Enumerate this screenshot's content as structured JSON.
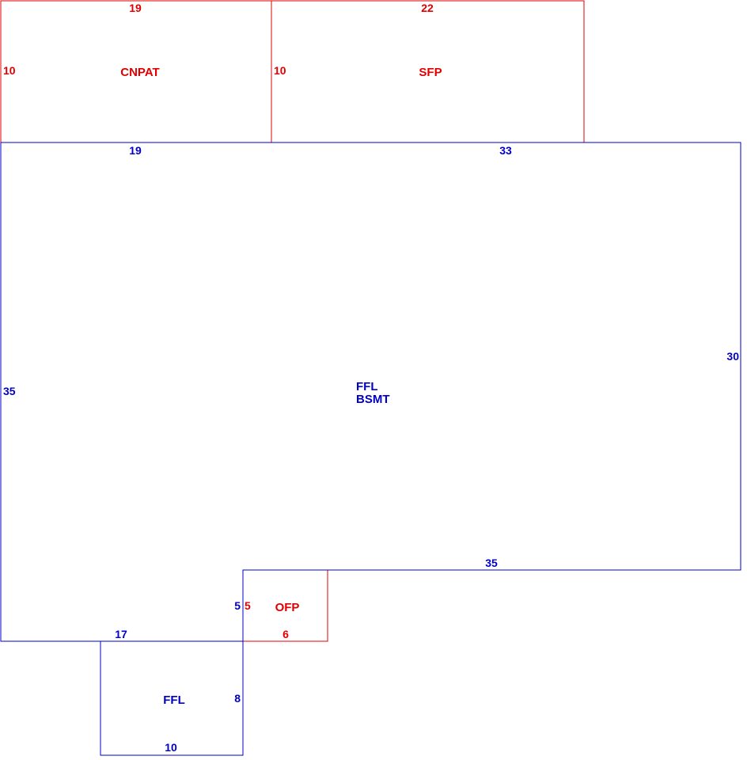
{
  "colors": {
    "addition": "#e00000",
    "living": "#0000c8",
    "background": "#ffffff"
  },
  "areas": {
    "cnpat": {
      "label": "CNPAT",
      "dims": {
        "top": "19",
        "left": "10"
      }
    },
    "sfp": {
      "label": "SFP",
      "dims": {
        "top": "22",
        "left": "10"
      }
    },
    "main": {
      "label_line1": "FFL",
      "label_line2": "BSMT",
      "dims": {
        "top_left": "19",
        "top_right": "33",
        "left": "35",
        "right": "30",
        "bottom_right": "35",
        "bottom_left": "17",
        "notch": "5"
      }
    },
    "ofp": {
      "label": "OFP",
      "dims": {
        "left": "5",
        "bottom": "6"
      }
    },
    "ffl": {
      "label": "FFL",
      "dims": {
        "right": "8",
        "bottom": "10"
      }
    }
  }
}
